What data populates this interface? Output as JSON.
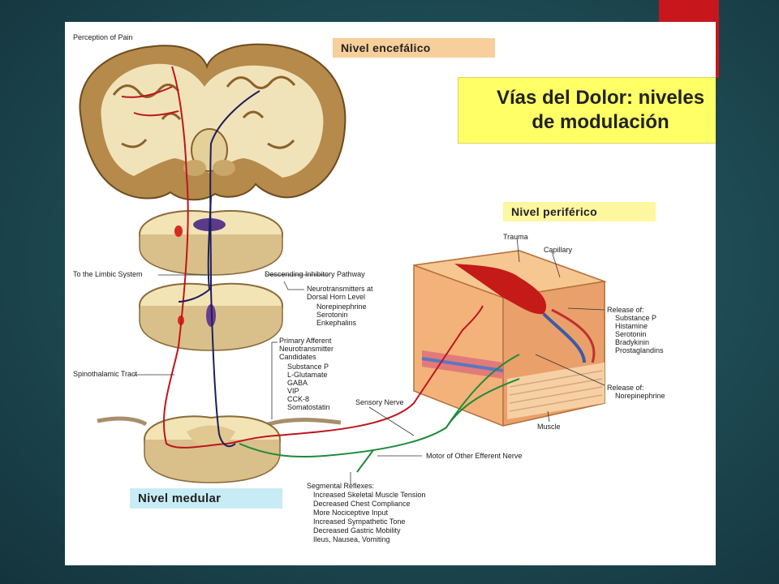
{
  "title": {
    "line1": "Vías del Dolor: niveles",
    "line2": "de modulación"
  },
  "levels": {
    "encephalic": "Nivel encefálico",
    "peripheral": "Nivel periférico",
    "medullary": "Nivel medular"
  },
  "labels": {
    "perception": "Perception of Pain",
    "limbic": "To the Limbic System",
    "descending": "Descending Inhibitory Pathway",
    "neuro_dorsal": "Neurotransmitters at",
    "neuro_dorsal2": "Dorsal Horn Level",
    "dorsal_list": [
      "Norepinephrine",
      "Serotonin",
      "Enkephalins"
    ],
    "primary1": "Primary Afferent",
    "primary2": "Neurotransmitter",
    "primary3": "Candidates",
    "primary_list": [
      "Substance P",
      "L-Glutamate",
      "GABA",
      "VIP",
      "CCK-8",
      "Somatostatin"
    ],
    "spinothalamic": "Spinothalamic Tract",
    "sensory": "Sensory Nerve",
    "motor": "Motor of Other Efferent Nerve",
    "segmental": "Segmental Reflexes:",
    "segmental_list": [
      "Increased Skeletal Muscle Tension",
      "Decreased Chest Compliance",
      "More Nociceptive Input",
      "Increased Sympathetic Tone",
      "Decreased Gastric Mobility",
      "Ileus, Nausea, Vomiting"
    ],
    "trauma": "Trauma",
    "capillary": "Capillary",
    "release1": "Release of:",
    "release1_list": [
      "Substance P",
      "Histamine",
      "Serotonin",
      "Bradykinin",
      "Prostaglandins"
    ],
    "release2": "Release of:",
    "release2_item": "Norepinephrine",
    "muscle": "Muscle"
  },
  "colors": {
    "accent_red": "#c8161d",
    "ascending_pathway": "#c0141c",
    "descending_pathway": "#1c1f5c",
    "efferent_nerve": "#1f8a3a",
    "title_bg": "#ffff66"
  }
}
